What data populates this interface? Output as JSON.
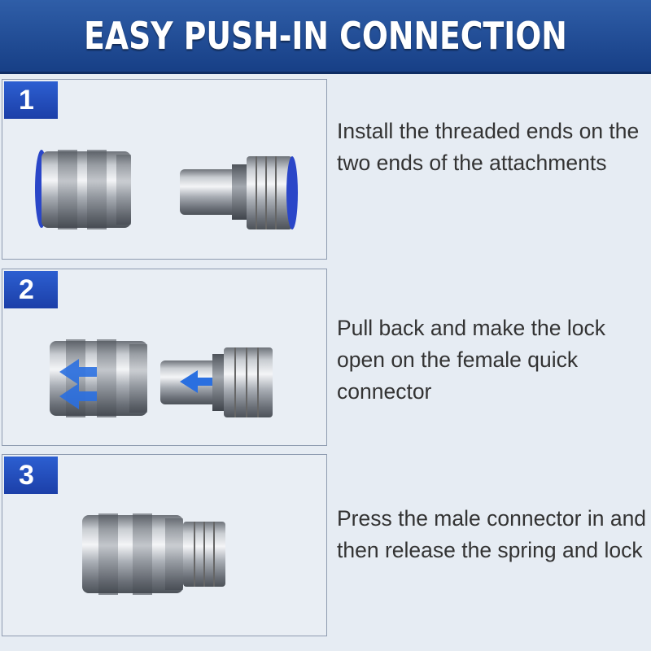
{
  "title": "EASY PUSH-IN CONNECTION",
  "steps": [
    {
      "number": "1",
      "text": "Install the threaded ends on the two ends of the attachments"
    },
    {
      "number": "2",
      "text": "Pull back and make the lock open on the female quick connector"
    },
    {
      "number": "3",
      "text": "Press the male connector in and then release the spring and lock"
    }
  ],
  "colors": {
    "header": "#1f4a95",
    "badge": "#2350c4",
    "arrow": "#2a6fe0",
    "ring": "#2a46c8"
  }
}
